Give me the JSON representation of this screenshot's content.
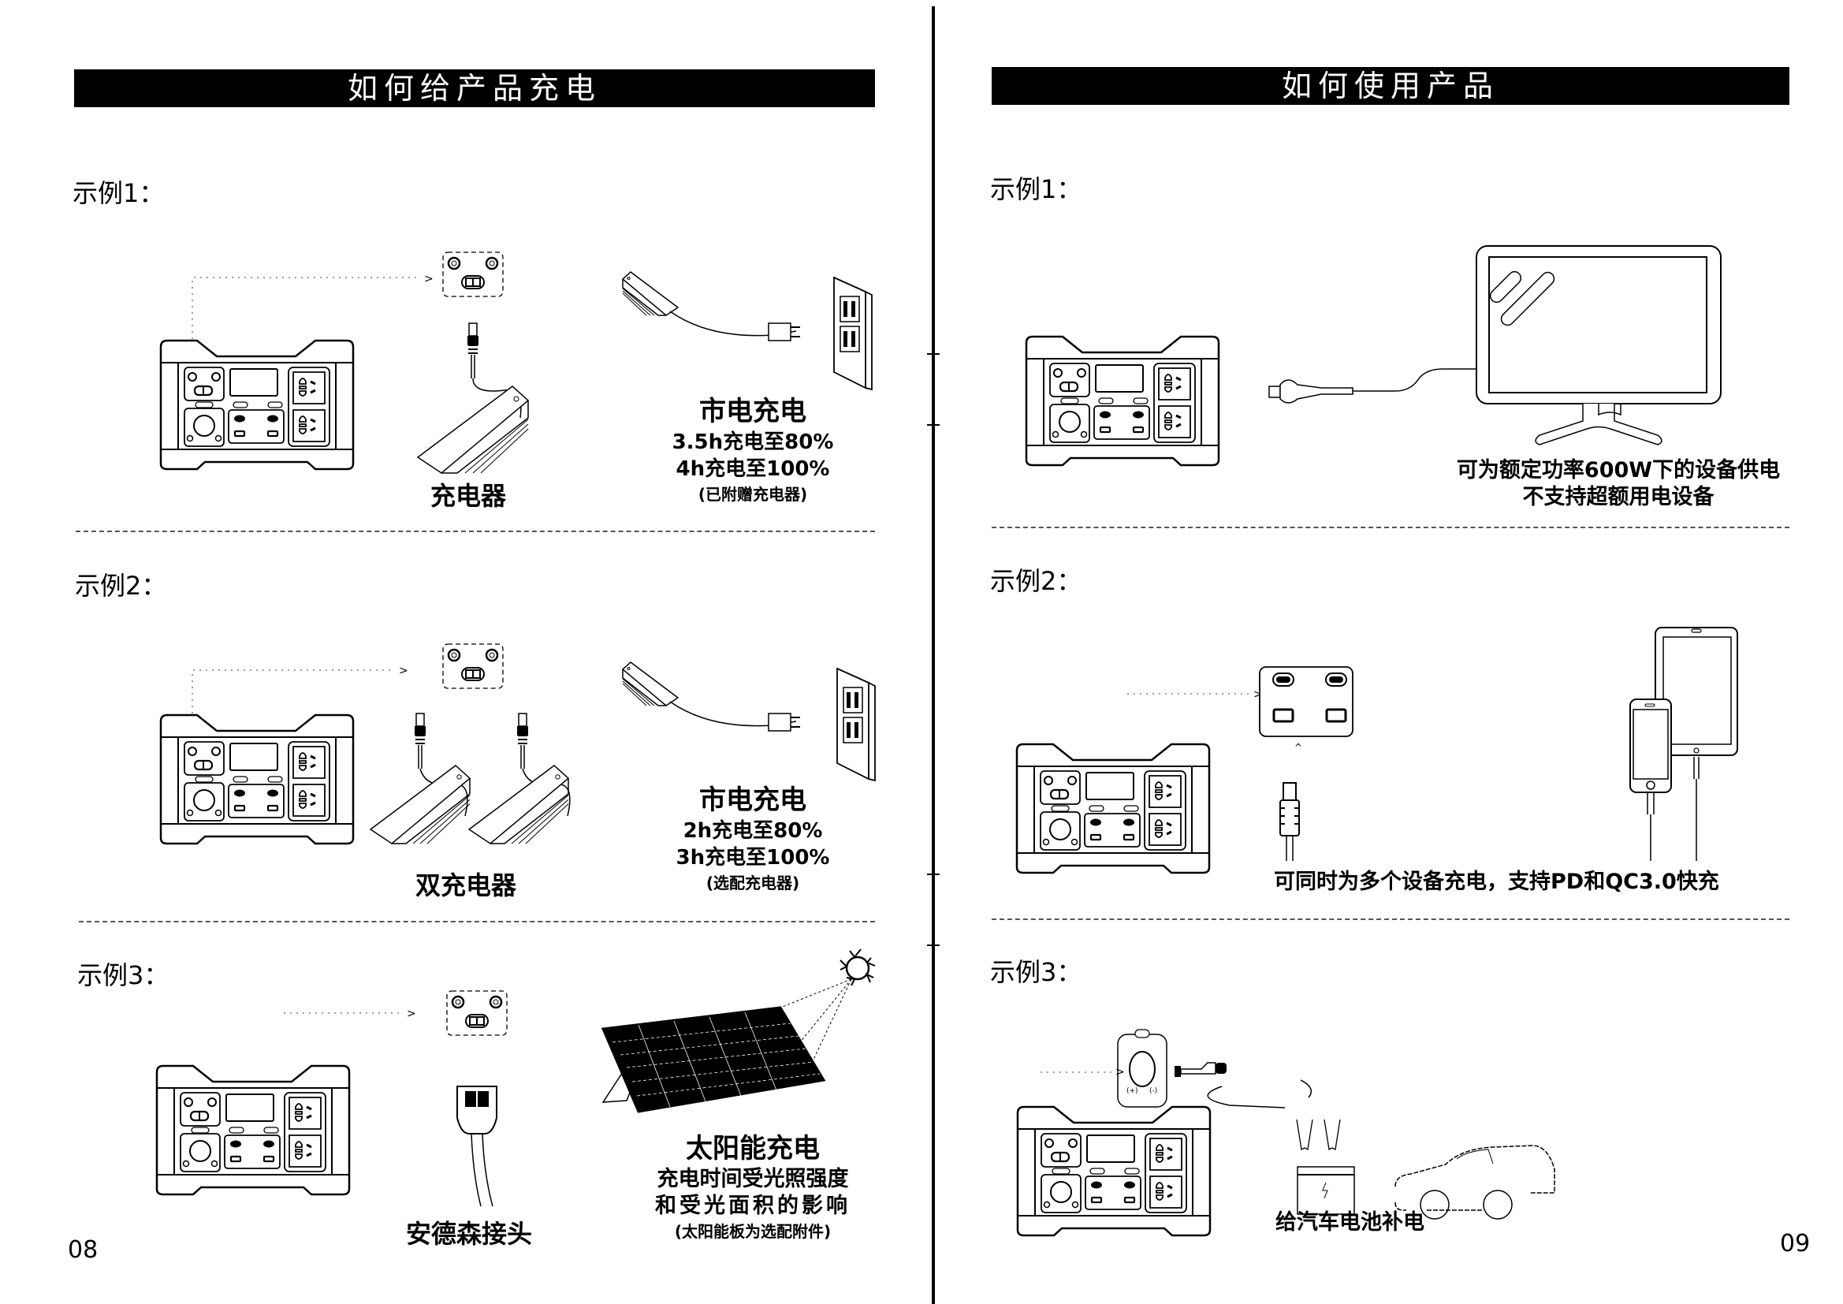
{
  "left_page": {
    "banner_title": "如何给产品充电",
    "page_number": "08",
    "examples": [
      {
        "label": "示例1：",
        "connector_caption": "充电器",
        "method_title": "市电充电",
        "lines": [
          "3.5h充电至80%",
          "4h充电至100%"
        ],
        "note": "(已附赠充电器)"
      },
      {
        "label": "示例2：",
        "connector_caption": "双充电器",
        "method_title": "市电充电",
        "lines": [
          "2h充电至80%",
          "3h充电至100%"
        ],
        "note": "(选配充电器)"
      },
      {
        "label": "示例3：",
        "connector_caption": "安德森接头",
        "method_title": "太阳能充电",
        "lines": [
          "充电时间受光照强度",
          "和受光面积的影响"
        ],
        "note": "(太阳能板为选配附件)"
      }
    ]
  },
  "right_page": {
    "banner_title": "如何使用产品",
    "page_number": "09",
    "examples": [
      {
        "label": "示例1：",
        "caption_lines": [
          "可为额定功率600W下的设备供电",
          "不支持超额用电设备"
        ]
      },
      {
        "label": "示例2：",
        "caption_lines": [
          "可同时为多个设备充电，支持PD和QC3.0快充"
        ]
      },
      {
        "label": "示例3：",
        "caption_lines": [
          "给汽车电池补电"
        ]
      }
    ]
  },
  "illustrations": {
    "power_station": "portable-power-station-icon",
    "charger": "charger-brick-icon",
    "wall_outlet": "wall-outlet-icon",
    "solar_panel": "solar-panel-icon",
    "sun": "sun-icon",
    "anderson_plug": "anderson-connector-icon",
    "tv": "tv-monitor-icon",
    "phone": "phone-icon",
    "tablet": "tablet-icon",
    "usb_c_plug": "usb-c-plug-icon",
    "car_clamps": "jumper-clamps-icon",
    "car": "car-icon"
  }
}
